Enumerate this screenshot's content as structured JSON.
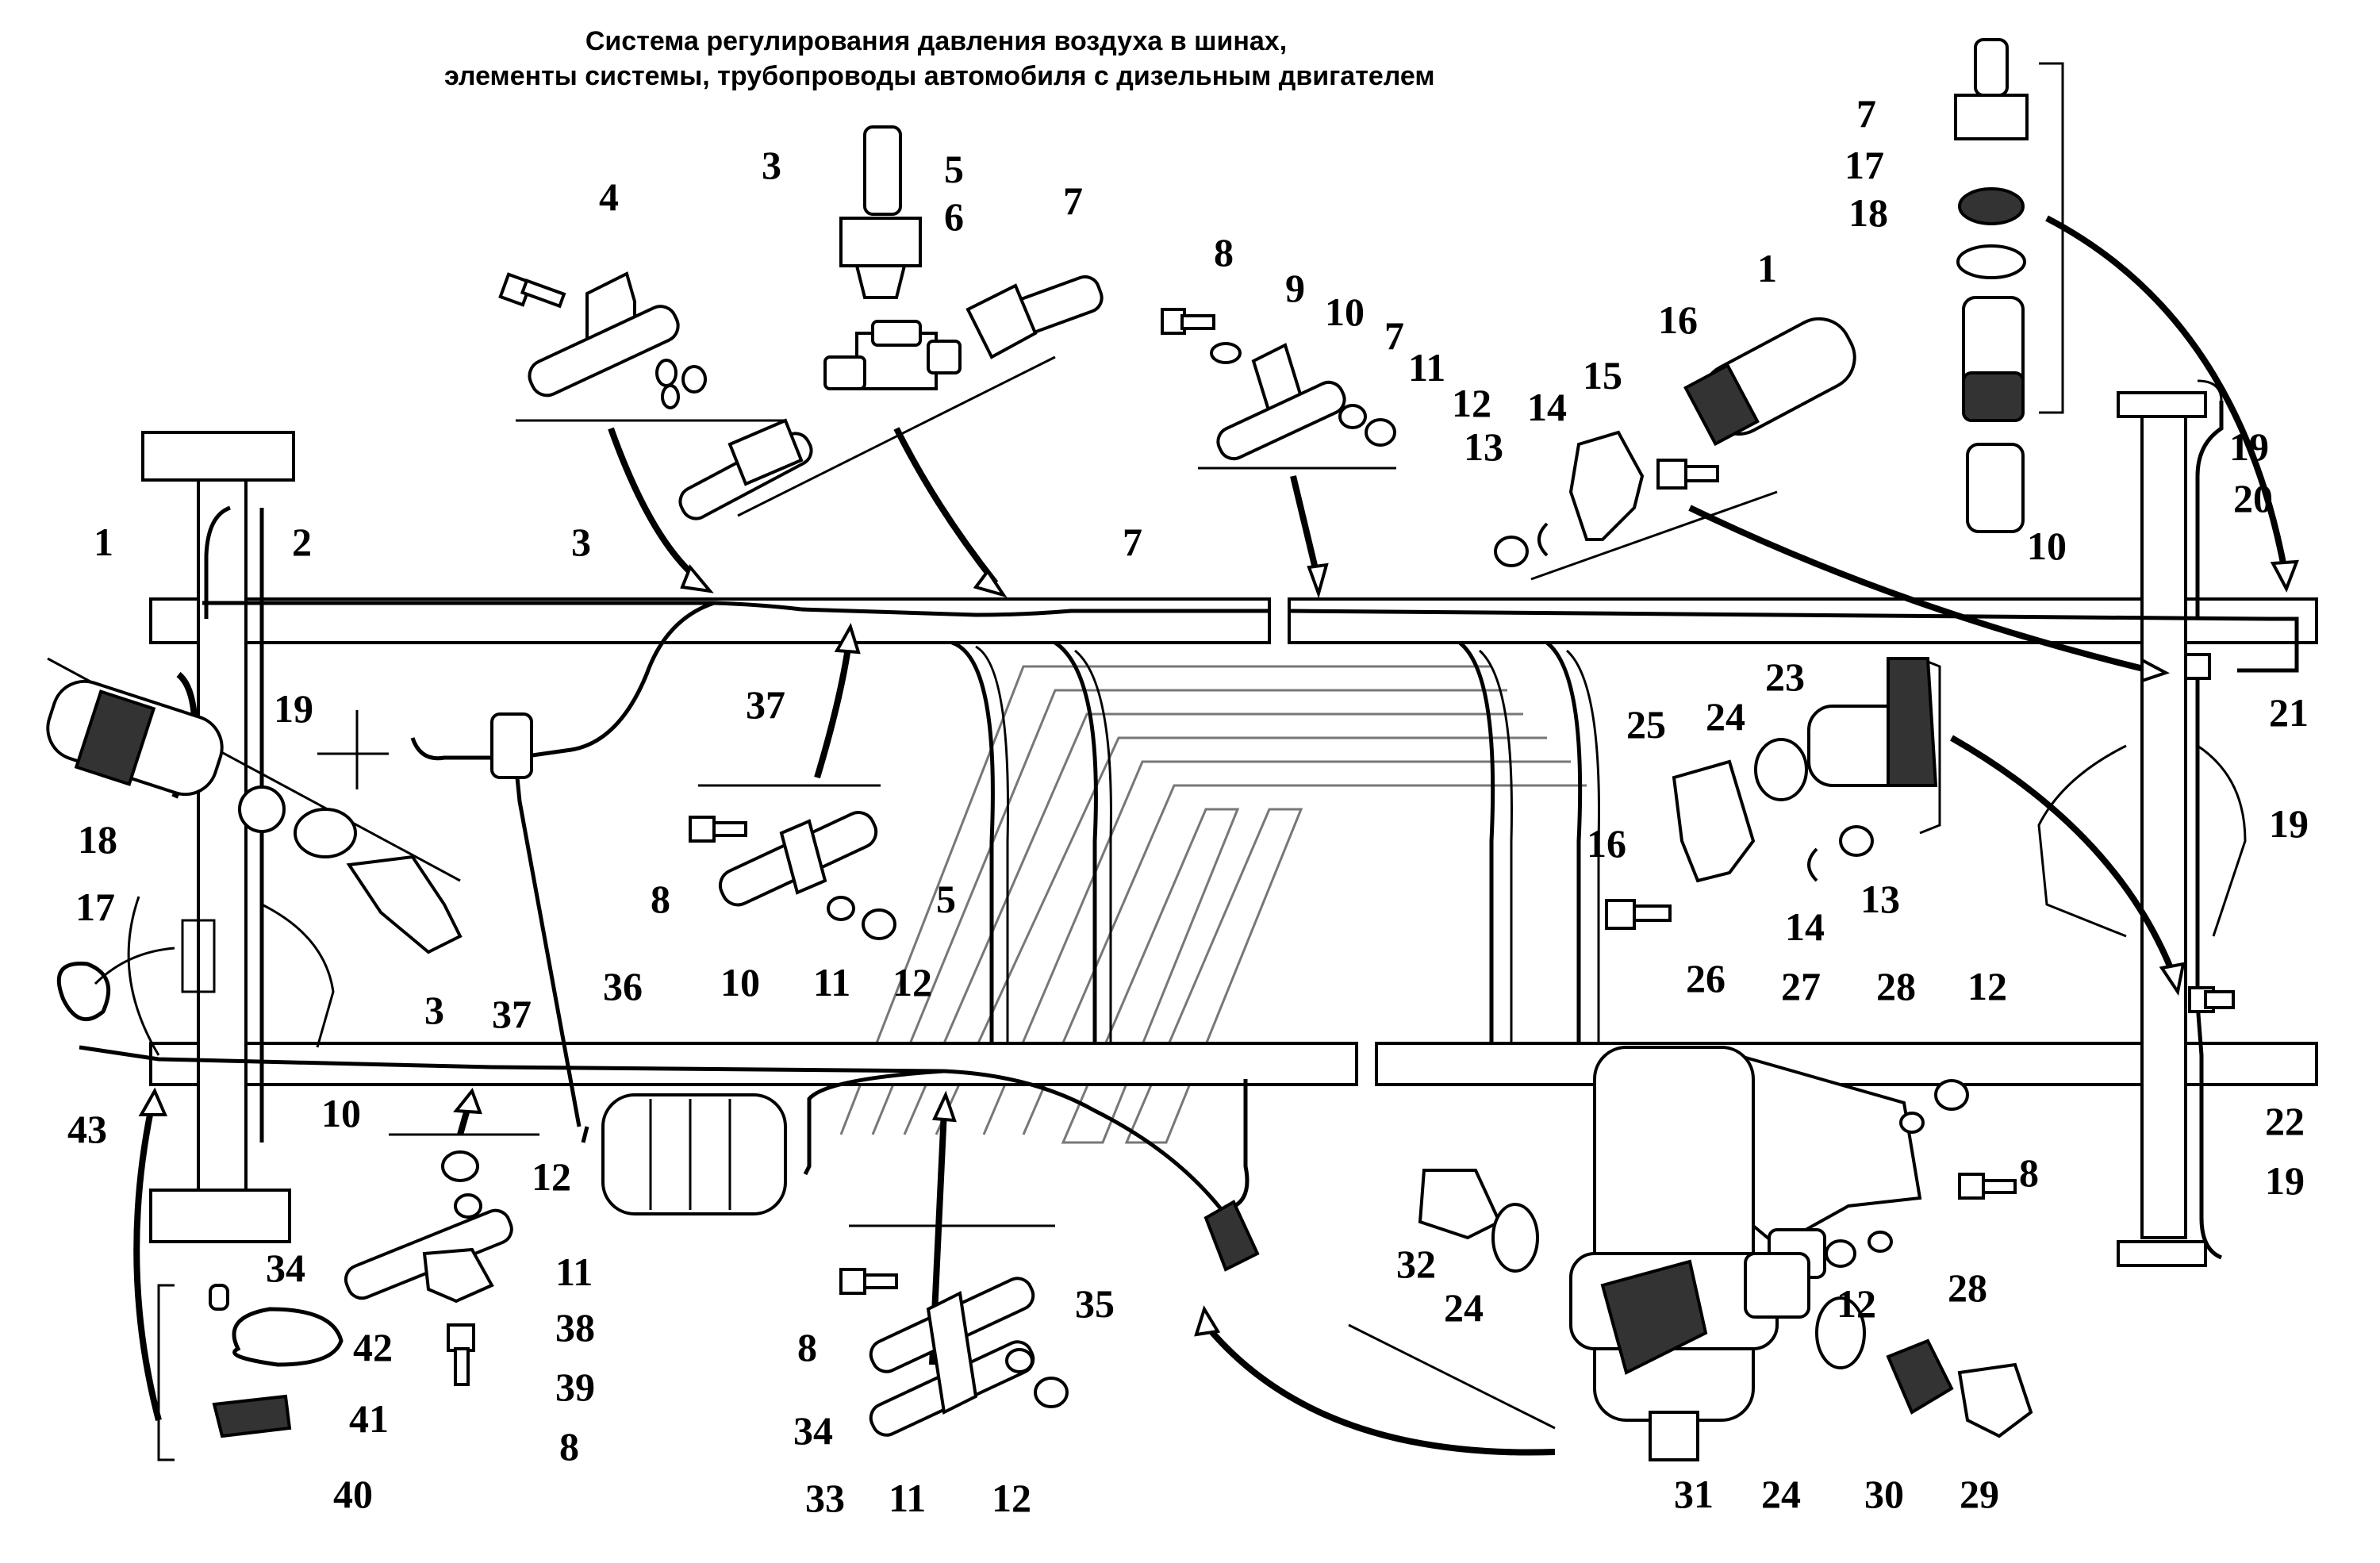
{
  "title": {
    "line1": "Система регулирования давления воздуха в шинах,",
    "line2": "элементы системы, трубопроводы автомобиля с дизельным двигателем"
  },
  "labels": [
    {
      "id": "l1a",
      "text": "1"
    },
    {
      "id": "l2a",
      "text": "2"
    },
    {
      "id": "l3a",
      "text": "3"
    },
    {
      "id": "l19a",
      "text": "19"
    },
    {
      "id": "l18a",
      "text": "18"
    },
    {
      "id": "l17a",
      "text": "17"
    },
    {
      "id": "l3b",
      "text": "3"
    },
    {
      "id": "l43",
      "text": "43"
    },
    {
      "id": "l10a",
      "text": "10"
    },
    {
      "id": "l3c",
      "text": "3"
    },
    {
      "id": "l4",
      "text": "4"
    },
    {
      "id": "l3d",
      "text": "3"
    },
    {
      "id": "l5a",
      "text": "5"
    },
    {
      "id": "l6",
      "text": "6"
    },
    {
      "id": "l7a",
      "text": "7"
    },
    {
      "id": "l7b",
      "text": "7"
    },
    {
      "id": "l37a",
      "text": "37"
    },
    {
      "id": "l8a",
      "text": "8"
    },
    {
      "id": "l5b",
      "text": "5"
    },
    {
      "id": "l10b",
      "text": "10"
    },
    {
      "id": "l11a",
      "text": "11"
    },
    {
      "id": "l12a",
      "text": "12"
    },
    {
      "id": "l37b",
      "text": "37"
    },
    {
      "id": "l36",
      "text": "36"
    },
    {
      "id": "l12b",
      "text": "12"
    },
    {
      "id": "l11b",
      "text": "11"
    },
    {
      "id": "l34a",
      "text": "34"
    },
    {
      "id": "l38",
      "text": "38"
    },
    {
      "id": "l39",
      "text": "39"
    },
    {
      "id": "l8b",
      "text": "8"
    },
    {
      "id": "l42",
      "text": "42"
    },
    {
      "id": "l41",
      "text": "41"
    },
    {
      "id": "l40",
      "text": "40"
    },
    {
      "id": "l8c",
      "text": "8"
    },
    {
      "id": "l9",
      "text": "9"
    },
    {
      "id": "l10c",
      "text": "10"
    },
    {
      "id": "l7c",
      "text": "7"
    },
    {
      "id": "l11c",
      "text": "11"
    },
    {
      "id": "l12c",
      "text": "12"
    },
    {
      "id": "l13a",
      "text": "13"
    },
    {
      "id": "l14a",
      "text": "14"
    },
    {
      "id": "l15",
      "text": "15"
    },
    {
      "id": "l16a",
      "text": "16"
    },
    {
      "id": "l1b",
      "text": "1"
    },
    {
      "id": "l7d",
      "text": "7"
    },
    {
      "id": "l17b",
      "text": "17"
    },
    {
      "id": "l18b",
      "text": "18"
    },
    {
      "id": "l19b",
      "text": "19"
    },
    {
      "id": "l20",
      "text": "20"
    },
    {
      "id": "l10d",
      "text": "10"
    },
    {
      "id": "l21",
      "text": "21"
    },
    {
      "id": "l19c",
      "text": "19"
    },
    {
      "id": "l23",
      "text": "23"
    },
    {
      "id": "l24a",
      "text": "24"
    },
    {
      "id": "l25",
      "text": "25"
    },
    {
      "id": "l16b",
      "text": "16"
    },
    {
      "id": "l14b",
      "text": "14"
    },
    {
      "id": "l13b",
      "text": "13"
    },
    {
      "id": "l26",
      "text": "26"
    },
    {
      "id": "l27",
      "text": "27"
    },
    {
      "id": "l28a",
      "text": "28"
    },
    {
      "id": "l12d",
      "text": "12"
    },
    {
      "id": "l22",
      "text": "22"
    },
    {
      "id": "l8d",
      "text": "8"
    },
    {
      "id": "l19d",
      "text": "19"
    },
    {
      "id": "l28b",
      "text": "28"
    },
    {
      "id": "l12e",
      "text": "12"
    },
    {
      "id": "l32",
      "text": "32"
    },
    {
      "id": "l24b",
      "text": "24"
    },
    {
      "id": "l24c",
      "text": "24"
    },
    {
      "id": "l31",
      "text": "31"
    },
    {
      "id": "l30",
      "text": "30"
    },
    {
      "id": "l29",
      "text": "29"
    },
    {
      "id": "l35",
      "text": "35"
    },
    {
      "id": "l8e",
      "text": "8"
    },
    {
      "id": "l34b",
      "text": "34"
    },
    {
      "id": "l33",
      "text": "33"
    },
    {
      "id": "l11d",
      "text": "11"
    },
    {
      "id": "l12f",
      "text": "12"
    }
  ]
}
